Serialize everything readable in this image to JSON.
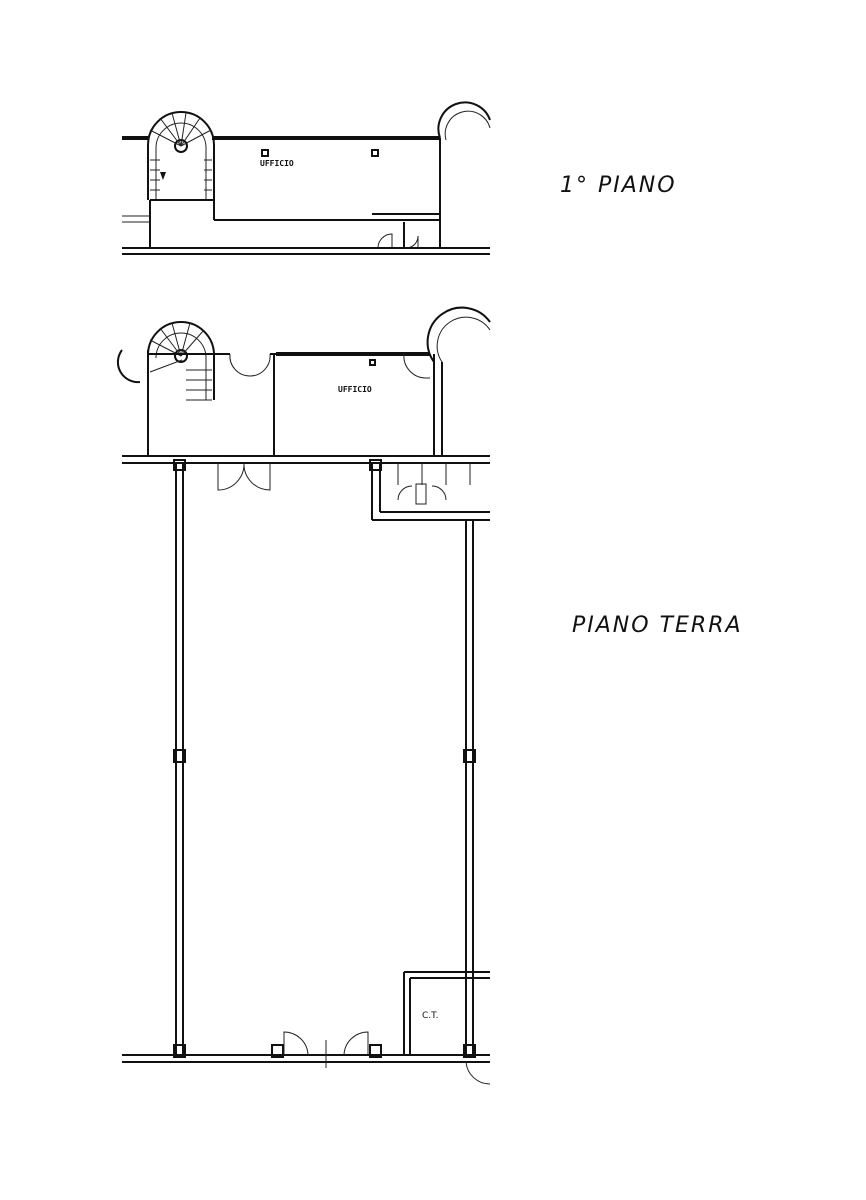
{
  "floors": {
    "first": {
      "title": "1° PIANO",
      "room_label": "UFFICIO"
    },
    "ground": {
      "title": "PIANO TERRA",
      "room_label": "UFFICIO",
      "boiler_label": "C.T."
    }
  }
}
